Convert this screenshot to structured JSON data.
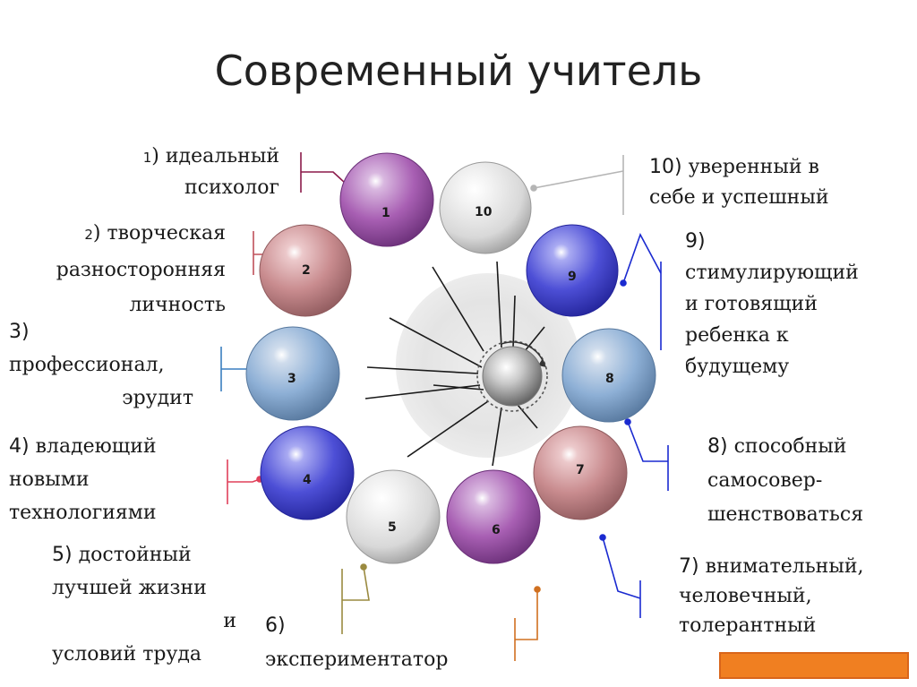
{
  "title": "Современный учитель",
  "spheres": [
    {
      "id": "1",
      "color": "purple"
    },
    {
      "id": "2",
      "color": "rose"
    },
    {
      "id": "3",
      "color": "light-blue"
    },
    {
      "id": "4",
      "color": "blue"
    },
    {
      "id": "5",
      "color": "white"
    },
    {
      "id": "6",
      "color": "purple"
    },
    {
      "id": "7",
      "color": "rose"
    },
    {
      "id": "8",
      "color": "light-blue"
    },
    {
      "id": "9",
      "color": "blue"
    },
    {
      "id": "10",
      "color": "white"
    }
  ],
  "labels": {
    "l1": {
      "num": "1",
      "text": ") идеальный",
      "line2": "психолог"
    },
    "l2": {
      "num": "2",
      "text": ") творческая",
      "line2": "разносторонняя",
      "line3": "личность"
    },
    "l3": {
      "line1": "3)",
      "line2": "профессионал,",
      "line3": "эрудит"
    },
    "l4": {
      "num": "4)",
      "text": " владеющий",
      "line2": "новыми",
      "line3": "технологиями"
    },
    "l5": {
      "num": "5)",
      "text": " достойный",
      "line2": "лучшей жизни",
      "line3": "и",
      "line4": "условий труда"
    },
    "l6": {
      "num": "6)",
      "line2": "экспериментатор"
    },
    "l7": {
      "num": "7)",
      "text": " внимательный,",
      "line2": "человечный,",
      "line3": "толерантный"
    },
    "l8": {
      "num": "8)",
      "text": " способный",
      "line2": "самосовер-",
      "line3": "шенствоваться"
    },
    "l9": {
      "num": "9)",
      "line2": "стимулирующий",
      "line3": "и готовящий",
      "line4": "ребенка к",
      "line5": "будущему"
    },
    "l10": {
      "num": "10)",
      "text": " уверенный в",
      "line2": "себе и успешный"
    }
  },
  "colors": {
    "purple": "#a85fb3",
    "rose": "#c98c8f",
    "light-blue": "#8eb0d6",
    "blue": "#4d4fd6",
    "white": "#d8d8d8",
    "accent_orange": "#f07f21"
  }
}
